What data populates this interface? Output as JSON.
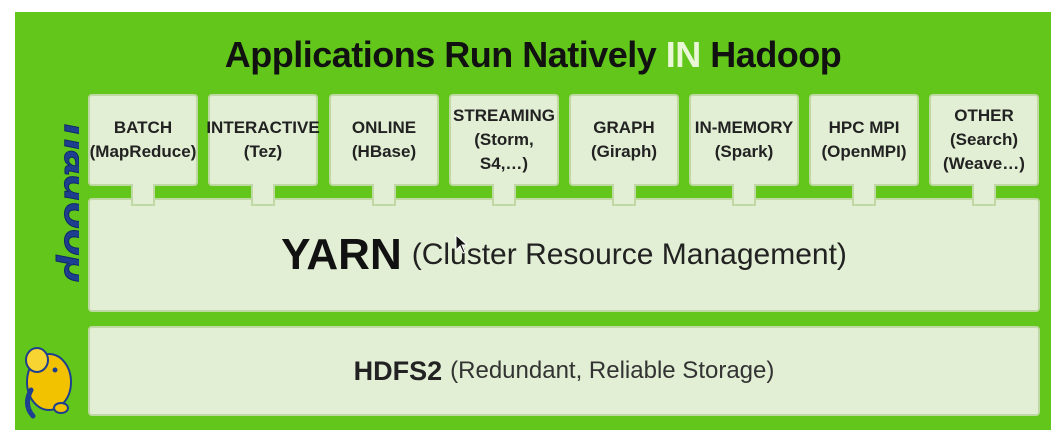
{
  "title": {
    "part1": "Applications Run Natively ",
    "highlight": "IN",
    "part2": " Hadoop"
  },
  "apps": [
    {
      "name": "BATCH",
      "sub": "(MapReduce)"
    },
    {
      "name": "INTERACTIVE",
      "sub": "(Tez)"
    },
    {
      "name": "ONLINE",
      "sub": "(HBase)"
    },
    {
      "name": "STREAMING",
      "sub": "(Storm, S4,…)"
    },
    {
      "name": "GRAPH",
      "sub": "(Giraph)"
    },
    {
      "name": "IN-MEMORY",
      "sub": "(Spark)"
    },
    {
      "name": "HPC MPI",
      "sub": "(OpenMPI)"
    },
    {
      "name": "OTHER",
      "sub": "(Search)",
      "sub2": "(Weave…)"
    }
  ],
  "yarn": {
    "label": "YARN",
    "desc": "(Cluster Resource Management)"
  },
  "hdfs": {
    "label": "HDFS2",
    "desc": "(Redundant, Reliable Storage)"
  },
  "logo": {
    "text": "hadoop"
  },
  "colors": {
    "background": "#62c71a",
    "box_fill": "#e2efd4",
    "box_border": "#bfd8a4",
    "logo_blue": "#1e3f8f",
    "logo_yellow": "#f2c200"
  }
}
